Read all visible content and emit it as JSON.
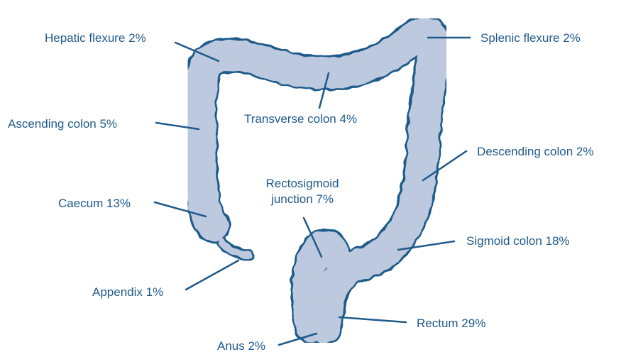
{
  "colors": {
    "fill": "#bcc9de",
    "outline": "#1f5a8a",
    "text": "#1f5a8a"
  },
  "labels": {
    "hepatic_flexure": "Hepatic flexure 2%",
    "splenic_flexure": "Splenic flexure 2%",
    "transverse_colon": "Transverse colon 4%",
    "ascending_colon": "Ascending colon 5%",
    "descending_colon": "Descending colon 2%",
    "rectosigmoid_line1": "Rectosigmoid",
    "rectosigmoid_line2": "junction 7%",
    "caecum": "Caecum 13%",
    "sigmoid_colon": "Sigmoid colon 18%",
    "appendix": "Appendix 1%",
    "rectum": "Rectum 29%",
    "anus": "Anus 2%"
  }
}
